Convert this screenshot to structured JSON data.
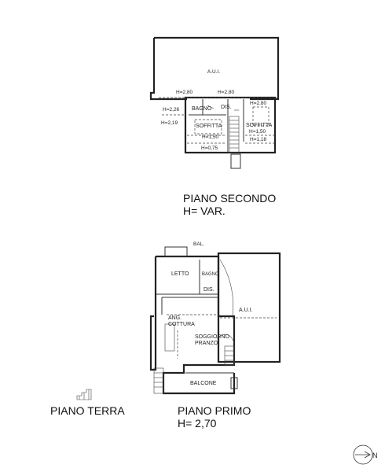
{
  "colors": {
    "ink": "#222222",
    "background": "#ffffff"
  },
  "second_floor": {
    "aui": "A.U.I.",
    "h_280_left": "H=2,80",
    "h_280_mid": "H=2.80",
    "h_280_right": "H=2.80",
    "h_226": "H=2,26",
    "h_219": "H=2,19",
    "bagno": "BAGNO",
    "dis": "DIS.",
    "soffitta_left": "SOFFITTA",
    "soffitta_right": "SOFFITTA",
    "h_150_right": "H=1,50",
    "h_150_left": "H=1,50",
    "h_118": "H=1,18",
    "h_075": "H=0,75",
    "title": "PIANO SECONDO",
    "height": "H= VAR."
  },
  "first_floor": {
    "bal": "BAL.",
    "letto": "LETTO",
    "bagno": "BAGNO",
    "dis": "DIS.",
    "aui": "A.U.I.",
    "ang_line1": "ANG.",
    "ang_line2": "COTTURA",
    "soggiorno_line1": "SOGGIORNO",
    "soggiorno_line2": "PRANZO",
    "balcone": "BALCONE",
    "title": "PIANO PRIMO",
    "height": "H= 2,70"
  },
  "ground_floor": {
    "title": "PIANO TERRA"
  },
  "compass": {
    "north": "N",
    "icon": "north-arrow-icon"
  }
}
